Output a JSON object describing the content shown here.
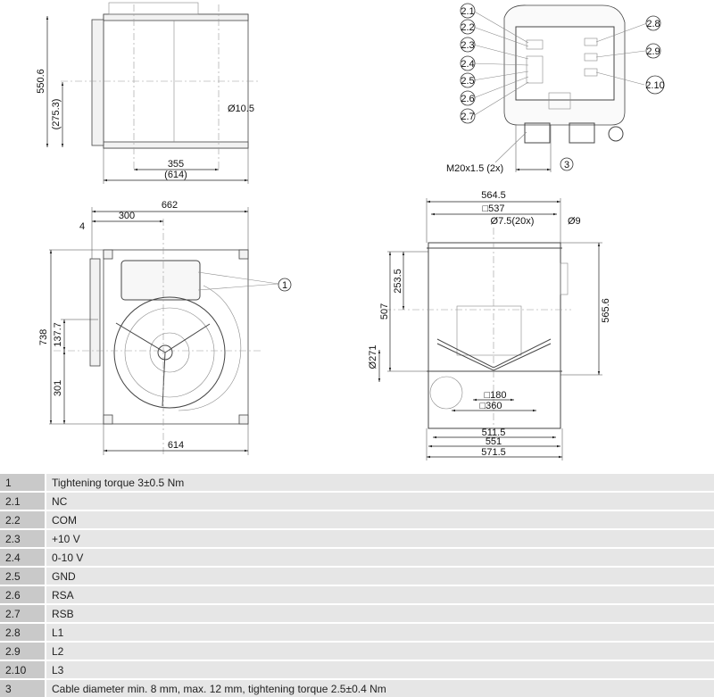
{
  "views": {
    "side": {
      "height": "550.6",
      "half_height": "(275.3)",
      "hole": "Ø10.5",
      "hole_spacing": "355",
      "width": "(614)"
    },
    "front": {
      "overall_width": "662",
      "offset": "300",
      "flange": "4",
      "height": "738",
      "upper": "137.7",
      "lower": "301",
      "width": "614",
      "callout": "1"
    },
    "outlet": {
      "outer": "564.5",
      "square": "□537",
      "holes": "Ø7.5(20x)",
      "hole_small": "Ø9",
      "half": "253.5",
      "inner_height": "507",
      "inlet_dia": "Ø271",
      "height": "565.6",
      "sq180": "□180",
      "sq360": "□360",
      "w1": "511.5",
      "w2": "551",
      "w3": "571.5"
    },
    "terminal_box": {
      "left_callouts": [
        "2.1",
        "2.2",
        "2.3",
        "2.4",
        "2.5",
        "2.6",
        "2.7"
      ],
      "right_callouts": [
        "2.8",
        "2.9",
        "2.10"
      ],
      "gland_label": "M20x1.5 (2x)",
      "gland_callout": "3"
    }
  },
  "legend": [
    {
      "key": "1",
      "value": "Tightening torque 3±0.5 Nm"
    },
    {
      "key": "2.1",
      "value": "NC"
    },
    {
      "key": "2.2",
      "value": "COM"
    },
    {
      "key": "2.3",
      "value": "+10 V"
    },
    {
      "key": "2.4",
      "value": "0-10 V"
    },
    {
      "key": "2.5",
      "value": "GND"
    },
    {
      "key": "2.6",
      "value": "RSA"
    },
    {
      "key": "2.7",
      "value": "RSB"
    },
    {
      "key": "2.8",
      "value": "L1"
    },
    {
      "key": "2.9",
      "value": "L2"
    },
    {
      "key": "2.10",
      "value": "L3"
    },
    {
      "key": "3",
      "value": "Cable diameter min. 8 mm, max. 12 mm, tightening torque 2.5±0.4 Nm"
    }
  ]
}
